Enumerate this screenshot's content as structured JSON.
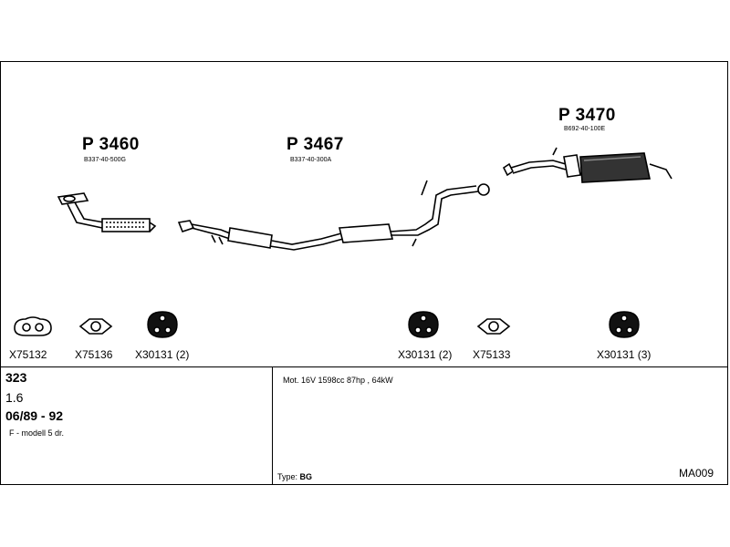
{
  "parts": [
    {
      "name": "P 3460",
      "code": "B337-40-500G"
    },
    {
      "name": "P 3467",
      "code": "B337-40-300A"
    },
    {
      "name": "P 3470",
      "code": "B692-40-100E"
    }
  ],
  "small_parts": [
    "X75132",
    "X75136",
    "X30131 (2)",
    "X30131 (2)",
    "X75133",
    "X30131 (3)"
  ],
  "vehicle": {
    "model": "323",
    "engine_size": "1.6",
    "years": "06/89 - 92",
    "variant": "F - modell 5 dr."
  },
  "engine": "Mot. 16V 1598cc 87hp , 64kW",
  "type_label": "Type:",
  "type_value": "BG",
  "model_code": "MA009"
}
